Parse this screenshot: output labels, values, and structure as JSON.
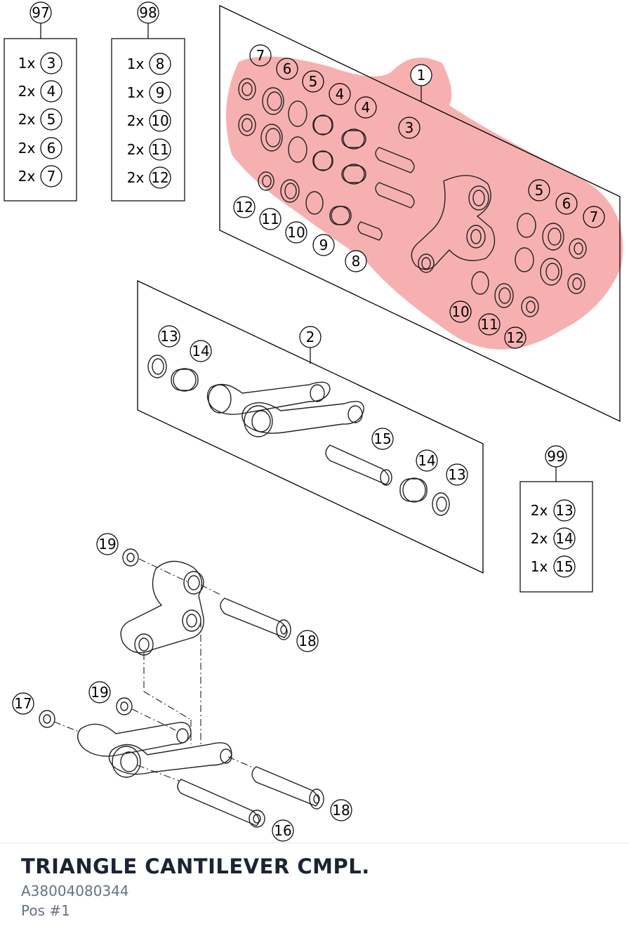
{
  "part": {
    "title": "TRIANGLE CANTILEVER CMPL.",
    "code": "A38004080344",
    "position": "Pos #1"
  },
  "kits": [
    {
      "id": "97",
      "items": [
        {
          "qty": "1x",
          "ref": "3"
        },
        {
          "qty": "2x",
          "ref": "4"
        },
        {
          "qty": "2x",
          "ref": "5"
        },
        {
          "qty": "2x",
          "ref": "6"
        },
        {
          "qty": "2x",
          "ref": "7"
        }
      ]
    },
    {
      "id": "98",
      "items": [
        {
          "qty": "1x",
          "ref": "8"
        },
        {
          "qty": "1x",
          "ref": "9"
        },
        {
          "qty": "2x",
          "ref": "10"
        },
        {
          "qty": "2x",
          "ref": "11"
        },
        {
          "qty": "2x",
          "ref": "12"
        }
      ]
    },
    {
      "id": "99",
      "items": [
        {
          "qty": "2x",
          "ref": "13"
        },
        {
          "qty": "2x",
          "ref": "14"
        },
        {
          "qty": "1x",
          "ref": "15"
        }
      ]
    }
  ],
  "callouts": [
    "1",
    "2",
    "3",
    "4",
    "4",
    "5",
    "5",
    "6",
    "6",
    "7",
    "7",
    "8",
    "9",
    "10",
    "10",
    "11",
    "11",
    "12",
    "12",
    "13",
    "13",
    "14",
    "14",
    "15",
    "16",
    "17",
    "18",
    "18",
    "19",
    "19"
  ],
  "highlight": {
    "ref": "1",
    "color": "#f07070"
  }
}
